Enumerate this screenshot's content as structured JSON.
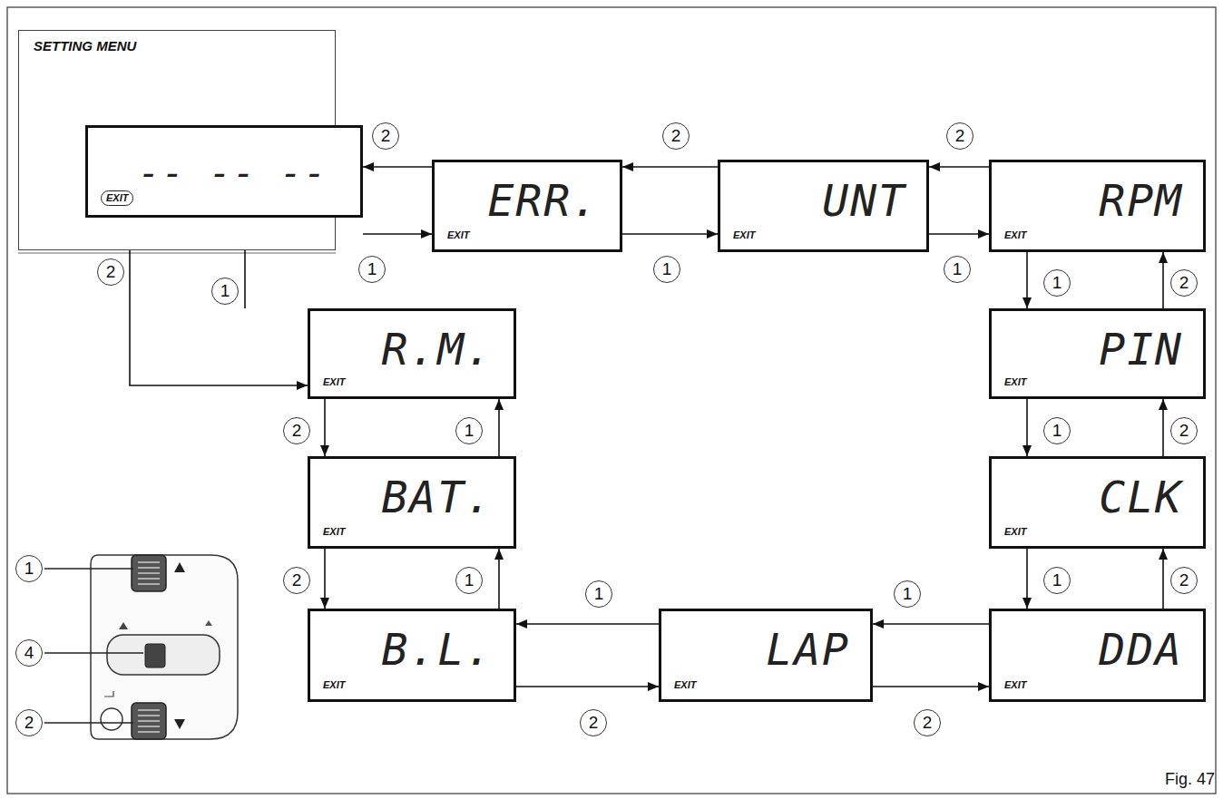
{
  "diagram": {
    "nodes": [
      {
        "text": [
          "SETTING MENU"
        ]
      },
      {
        "text": [
          "-- -- --",
          "EXIT"
        ],
        "in": 0
      },
      {
        "text": [
          "ERR.",
          "EXIT"
        ]
      },
      {
        "text": [
          "UNT",
          "EXIT"
        ]
      },
      {
        "text": [
          "RPM",
          "EXIT"
        ]
      },
      {
        "text": [
          "PIN",
          "EXIT"
        ]
      },
      {
        "text": [
          "CLK",
          "EXIT"
        ]
      },
      {
        "text": [
          "DDA",
          "EXIT"
        ]
      },
      {
        "text": [
          "LAP",
          "EXIT"
        ]
      },
      {
        "text": [
          "B.L.",
          "EXIT"
        ]
      },
      {
        "text": [
          "BAT.",
          "EXIT"
        ]
      },
      {
        "text": [
          "R.M.",
          "EXIT"
        ]
      }
    ],
    "edges": [
      {
        "from": 1,
        "to": 2,
        "arrow": "to",
        "label": "1"
      },
      {
        "from": 2,
        "to": 1,
        "arrow": "to",
        "label": "2"
      },
      {
        "from": 2,
        "to": 3,
        "arrow": "to",
        "label": "1"
      },
      {
        "from": 3,
        "to": 2,
        "arrow": "to",
        "label": "2"
      },
      {
        "from": 3,
        "to": 4,
        "arrow": "to",
        "label": "1"
      },
      {
        "from": 4,
        "to": 3,
        "arrow": "to",
        "label": "2"
      },
      {
        "from": 4,
        "to": 5,
        "arrow": "to",
        "label": "1"
      },
      {
        "from": 5,
        "to": 4,
        "arrow": "to",
        "label": "2"
      },
      {
        "from": 5,
        "to": 6,
        "arrow": "to",
        "label": "1"
      },
      {
        "from": 6,
        "to": 5,
        "arrow": "to",
        "label": "2"
      },
      {
        "from": 6,
        "to": 7,
        "arrow": "to",
        "label": "1"
      },
      {
        "from": 7,
        "to": 6,
        "arrow": "to",
        "label": "2"
      },
      {
        "from": 7,
        "to": 8,
        "arrow": "to",
        "label": "1"
      },
      {
        "from": 8,
        "to": 7,
        "arrow": "to",
        "label": "2"
      },
      {
        "from": 8,
        "to": 9,
        "arrow": "to",
        "label": "1"
      },
      {
        "from": 9,
        "to": 8,
        "arrow": "to",
        "label": "2"
      },
      {
        "from": 9,
        "to": 10,
        "arrow": "to",
        "label": "1"
      },
      {
        "from": 10,
        "to": 9,
        "arrow": "to",
        "label": "2"
      },
      {
        "from": 10,
        "to": 11,
        "arrow": "to",
        "label": "1"
      },
      {
        "from": 11,
        "to": 10,
        "arrow": "to",
        "label": "2"
      },
      {
        "from": 11,
        "to": 1,
        "arrow": "to",
        "label": "1"
      },
      {
        "from": 1,
        "to": 11,
        "arrow": "to",
        "label": "2"
      }
    ],
    "labels": [
      "1",
      "4",
      "2",
      "Fig. 47"
    ]
  }
}
